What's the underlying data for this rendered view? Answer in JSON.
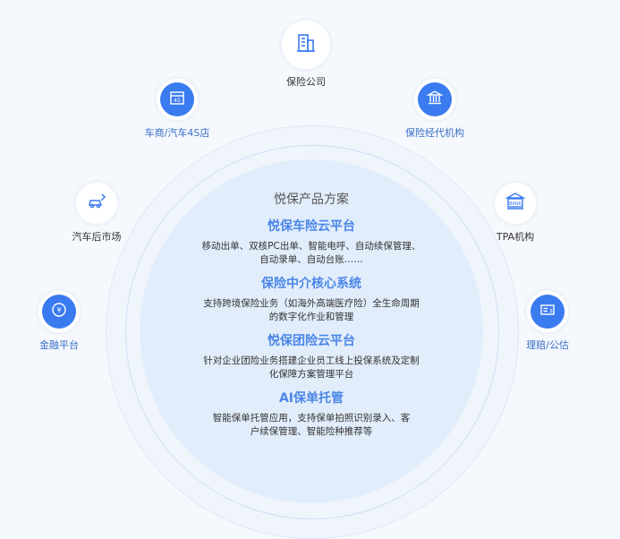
{
  "center": {
    "title": "悦保产品方案",
    "sections": [
      {
        "title": "悦保车险云平台",
        "lines": [
          "移动出单、双核PC出单、智能电呼、自动续保管理、",
          "自动录单、自动台账……"
        ]
      },
      {
        "title": "保险中介核心系统",
        "lines": [
          "支持跨境保险业务（如海外高端医疗险）全生命周期",
          "的数字化作业和管理"
        ]
      },
      {
        "title": "悦保团险云平台",
        "lines": [
          "针对企业团险业务搭建企业员工线上投保系统及定制",
          "化保障方案管理平台"
        ]
      },
      {
        "title": "AI保单托管",
        "lines": [
          "智能保单托管应用，支持保单拍照识别录入、客",
          "户续保管理、智能险种推荐等"
        ]
      }
    ]
  },
  "nodes": {
    "insurance_company": {
      "label": "保险公司",
      "icon": "building-icon"
    },
    "dealer": {
      "label": "车商/汽车4S店",
      "icon": "4s-store-icon"
    },
    "broker": {
      "label": "保险经代机构",
      "icon": "bank-building-icon"
    },
    "aftermarket": {
      "label": "汽车后市场",
      "icon": "car-repair-icon"
    },
    "tpa": {
      "label": "TPA机构",
      "icon": "bank-icon"
    },
    "finance": {
      "label": "金融平台",
      "icon": "coin-icon"
    },
    "claims": {
      "label": "理赔/公估",
      "icon": "invoice-icon"
    }
  },
  "colors": {
    "accent": "#3a7bf0",
    "title_blue": "#4a86e8",
    "label_blue": "#3a6fc8"
  }
}
